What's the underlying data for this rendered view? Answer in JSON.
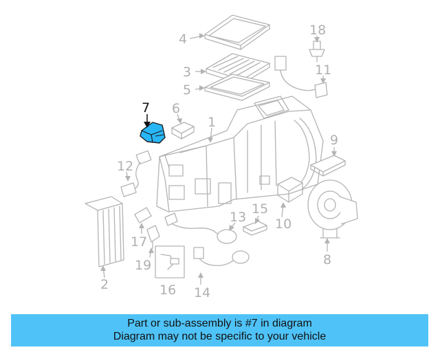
{
  "diagram": {
    "highlighted_part": "7",
    "highlight_color": "#29b6f6",
    "callouts": [
      "2",
      "3",
      "4",
      "5",
      "6",
      "7",
      "8",
      "9",
      "10",
      "11",
      "12",
      "13",
      "14",
      "15",
      "16",
      "17",
      "18",
      "19"
    ]
  },
  "banner": {
    "line1": "Part or sub-assembly is #7 in diagram",
    "line2": "Diagram may not be specific to your vehicle",
    "background": "#4fc3f7"
  }
}
